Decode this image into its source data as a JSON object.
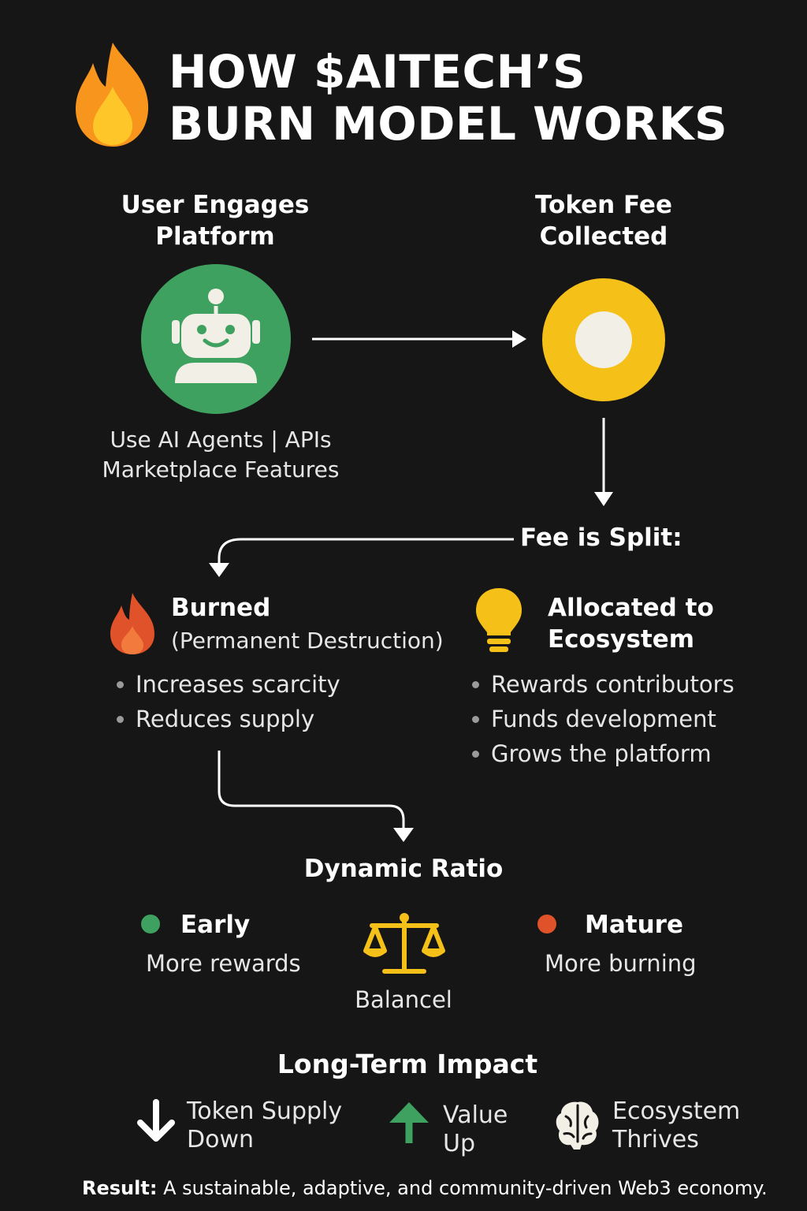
{
  "title": {
    "line1": "HOW $AITECH’S",
    "line2": "BURN MODEL WORKS",
    "icon": "fire-icon"
  },
  "step_user": {
    "title_line1": "User Engages",
    "title_line2": "Platform",
    "desc_line1": "Use AI Agents | APIs",
    "desc_line2": "Marketplace Features",
    "icon": "robot-icon",
    "color": "#3fa160"
  },
  "step_fee": {
    "title_line1": "Token Fee",
    "title_line2": "Collected",
    "icon": "coin-icon",
    "color": "#f5c018"
  },
  "split": {
    "label": "Fee is Split:"
  },
  "burned": {
    "title": "Burned",
    "subtitle": "(Permanent Destruction)",
    "icon": "flame-icon",
    "color": "#e0522a",
    "bullets": [
      "Increases scarcity",
      "Reduces supply"
    ]
  },
  "ecosystem": {
    "title_line1": "Allocated to",
    "title_line2": "Ecosystem",
    "icon": "lightbulb-icon",
    "color": "#f5c018",
    "bullets": [
      "Rewards contributors",
      "Funds development",
      "Grows the platform"
    ]
  },
  "ratio": {
    "title": "Dynamic Ratio",
    "early": {
      "label": "Early",
      "desc": "More rewards",
      "color": "#3fa160"
    },
    "balance": {
      "label": "Balancel",
      "icon": "scales-icon",
      "color": "#f5c018"
    },
    "mature": {
      "label": "Mature",
      "desc": "More burning",
      "color": "#e0522a"
    }
  },
  "impact": {
    "title": "Long-Term Impact",
    "items": [
      {
        "line1": "Token Supply",
        "line2": "Down",
        "icon": "arrow-down-icon"
      },
      {
        "line1": "Value",
        "line2": "Up",
        "icon": "arrow-up-icon",
        "color": "#3fa160"
      },
      {
        "line1": "Ecosystem",
        "line2": "Thrives",
        "icon": "brain-icon"
      }
    ]
  },
  "footer": {
    "label": "Result:",
    "text": "A sustainable, adaptive, and community-driven Web3 economy."
  }
}
